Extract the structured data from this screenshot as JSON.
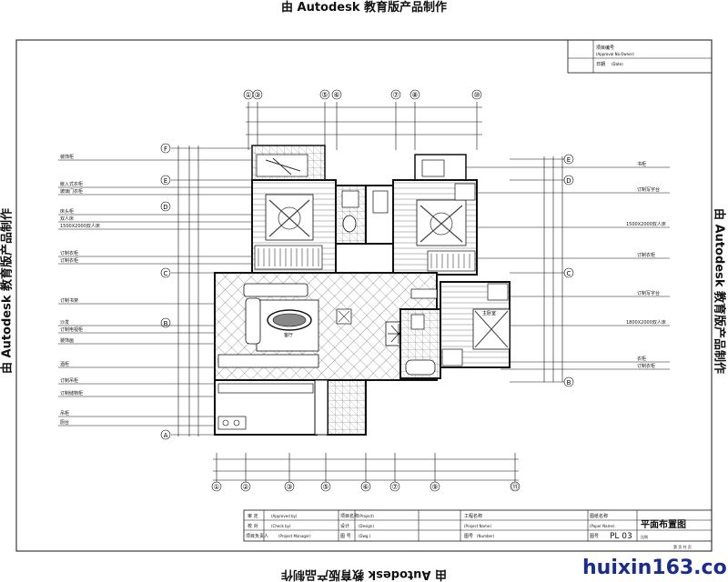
{
  "watermark": "由 Autodesk 教育版产品制作",
  "site": "huixin163.com",
  "topbox": {
    "row1": "项目编号",
    "row1_en": "(Approval No.Owner)",
    "row2": "日期",
    "row2_en": "(Date)"
  },
  "grid_top": [
    "①",
    "③",
    "⑤",
    "⑥",
    "⑦",
    "⑧",
    "⑩"
  ],
  "grid_bottom": [
    "①",
    "②",
    "③",
    "⑤",
    "⑥",
    "⑦",
    "⑨",
    "⑪"
  ],
  "grid_left": [
    "F",
    "E",
    "D",
    "C",
    "B",
    "A"
  ],
  "grid_right": [
    "E",
    "D",
    "C",
    "B"
  ],
  "left_labels": [
    "装饰柜",
    "嵌入式衣柜",
    "玻璃门衣柜",
    "床头柜",
    "双人床",
    "1500X2000双人床",
    "订制衣柜",
    "订制衣柜",
    "订制书架",
    "沙发",
    "订制电视柜",
    "装饰画",
    "酒柜",
    "订制吊柜",
    "订制储物柜",
    "吊柜",
    "厨台"
  ],
  "right_labels": [
    "书柜",
    "订制写字台",
    "1500X2000双人床",
    "订制衣柜",
    "订制写字台",
    "1800X2000双人床",
    "衣柜",
    "订制衣柜"
  ],
  "rooms": {
    "living": "客厅",
    "master": "主卧室"
  },
  "titleblock": {
    "c1": [
      "审 定",
      "校 对",
      "项目负责人"
    ],
    "c1_en": [
      "(Approved by)",
      "(Check by)",
      "(Project Manager)"
    ],
    "c2": [
      "项目名称",
      "设计",
      "图 号"
    ],
    "c2_en": [
      "(Project)",
      "(Design)",
      "(Dwg.)"
    ],
    "c3": [
      "工程名称",
      "(Project Name)",
      "图号"
    ],
    "c3_en": [
      "",
      "",
      "(Number)"
    ],
    "c4": [
      "图纸名称",
      "(Paper Name)",
      "图号"
    ],
    "drawing_title": "平面布置图",
    "drawing_no": "PL 03",
    "scale_label": "比例",
    "sheet": "第  页    共  页"
  }
}
